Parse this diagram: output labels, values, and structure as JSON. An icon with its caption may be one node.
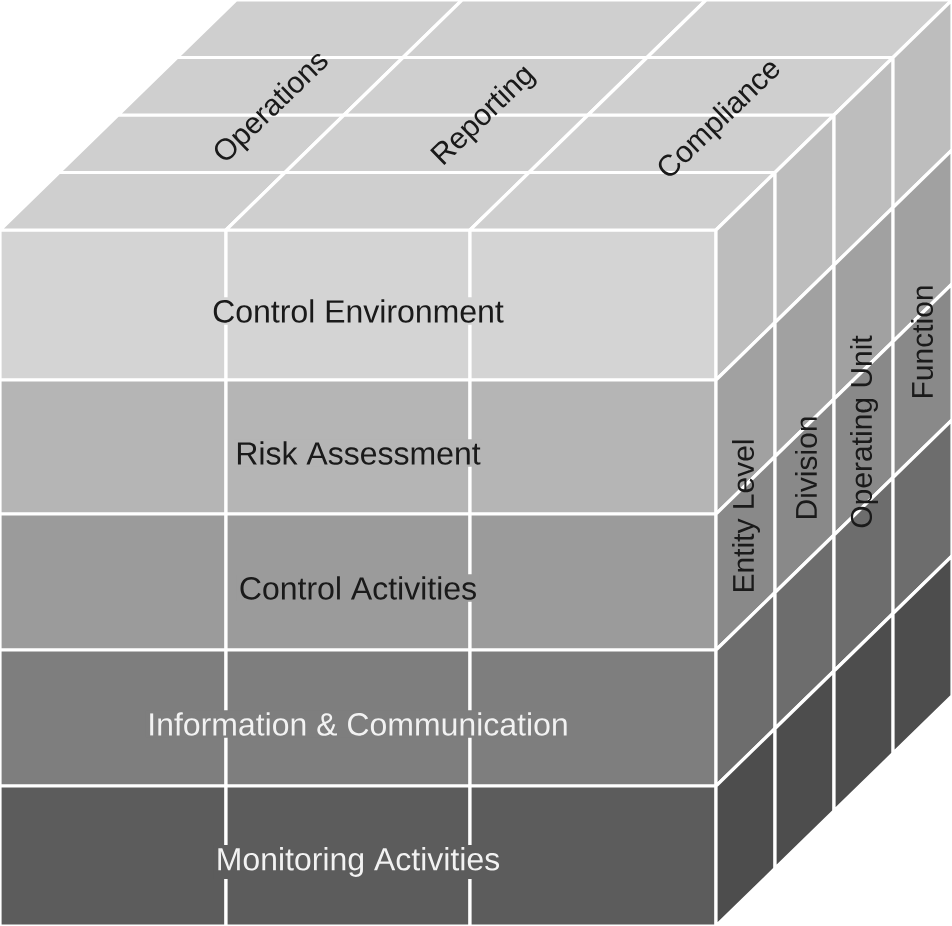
{
  "diagram": {
    "nodes": [
      {
        "text": [
          "Control Environment"
        ]
      },
      {
        "text": [
          "Risk Assessment"
        ]
      },
      {
        "text": [
          "Control Activities"
        ]
      },
      {
        "text": [
          "Information & Communication"
        ]
      },
      {
        "text": [
          "Monitoring Activities"
        ]
      },
      {
        "text": [
          "Operations"
        ]
      },
      {
        "text": [
          "Reporting"
        ]
      },
      {
        "text": [
          "Compliance"
        ]
      },
      {
        "text": [
          "Entity Level"
        ]
      },
      {
        "text": [
          "Division"
        ]
      },
      {
        "text": [
          "Operating Unit"
        ]
      },
      {
        "text": [
          "Function"
        ]
      }
    ]
  }
}
